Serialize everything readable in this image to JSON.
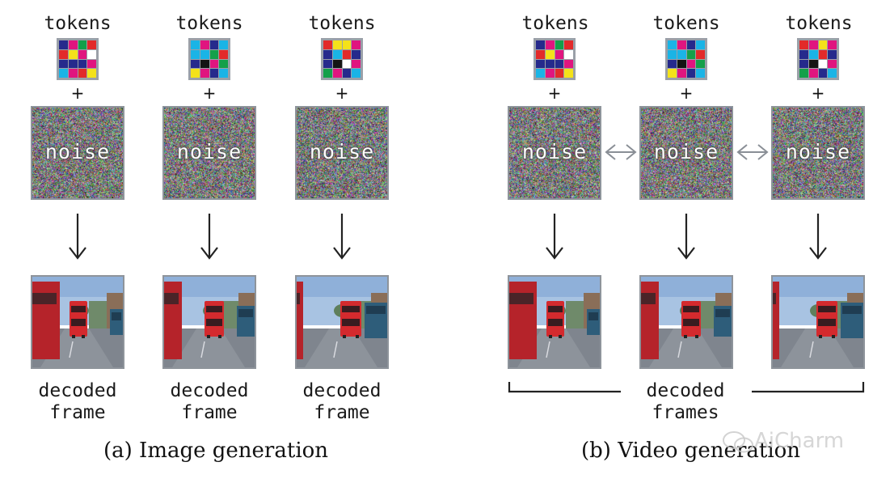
{
  "labels": {
    "tokens": "tokens",
    "plus": "+",
    "noise": "noise",
    "decoded_line1": "decoded",
    "frame": "frame",
    "frames": "frames"
  },
  "captions": {
    "image": "(a) Image generation",
    "video": "(b) Video generation"
  },
  "watermark": "AiCharm",
  "colors": {
    "magenta": "#e0157f",
    "cyan": "#1ab4e6",
    "navy": "#262a8c",
    "green": "#14a04a",
    "red": "#e22a2a",
    "yellow": "#f4e21a",
    "black": "#141414",
    "white": "#ffffff",
    "purple": "#7b2a8f",
    "border": "#9aa0a8"
  },
  "token_grids": [
    [
      "navy",
      "magenta",
      "green",
      "red",
      "red",
      "yellow",
      "magenta",
      "white",
      "navy",
      "navy",
      "navy",
      "magenta",
      "cyan",
      "magenta",
      "red",
      "yellow"
    ],
    [
      "cyan",
      "magenta",
      "navy",
      "cyan",
      "cyan",
      "cyan",
      "green",
      "red",
      "navy",
      "black",
      "magenta",
      "green",
      "yellow",
      "magenta",
      "navy",
      "cyan"
    ],
    [
      "red",
      "yellow",
      "yellow",
      "magenta",
      "navy",
      "cyan",
      "red",
      "navy",
      "navy",
      "black",
      "white",
      "magenta",
      "green",
      "magenta",
      "navy",
      "cyan"
    ],
    [
      "navy",
      "magenta",
      "green",
      "red",
      "red",
      "yellow",
      "magenta",
      "white",
      "navy",
      "navy",
      "navy",
      "magenta",
      "cyan",
      "magenta",
      "red",
      "yellow"
    ],
    [
      "cyan",
      "magenta",
      "navy",
      "cyan",
      "cyan",
      "cyan",
      "green",
      "red",
      "navy",
      "black",
      "magenta",
      "green",
      "yellow",
      "magenta",
      "navy",
      "cyan"
    ],
    [
      "red",
      "magenta",
      "yellow",
      "magenta",
      "navy",
      "cyan",
      "red",
      "navy",
      "navy",
      "black",
      "white",
      "magenta",
      "green",
      "magenta",
      "navy",
      "cyan"
    ]
  ]
}
